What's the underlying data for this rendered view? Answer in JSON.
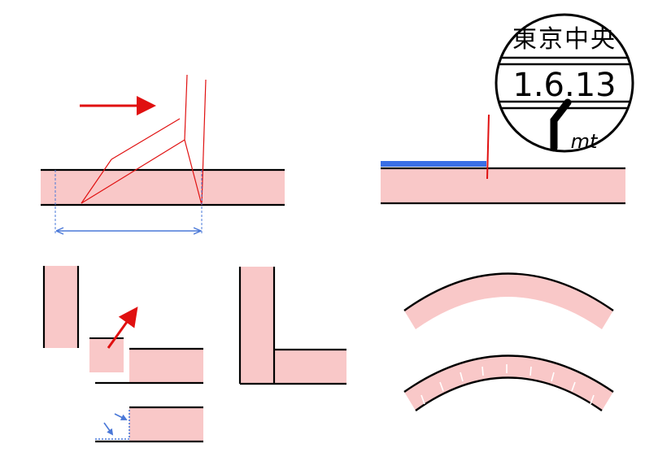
{
  "colors": {
    "fill": "#f9c8c8",
    "stroke": "#000000",
    "red": "#e01010",
    "blue": "#4a78d8",
    "blue_bar": "#3a6fe6",
    "white": "#ffffff"
  },
  "stamp": {
    "top_text": "東京中央",
    "date": "1.6.13",
    "mark_text": "mt"
  }
}
